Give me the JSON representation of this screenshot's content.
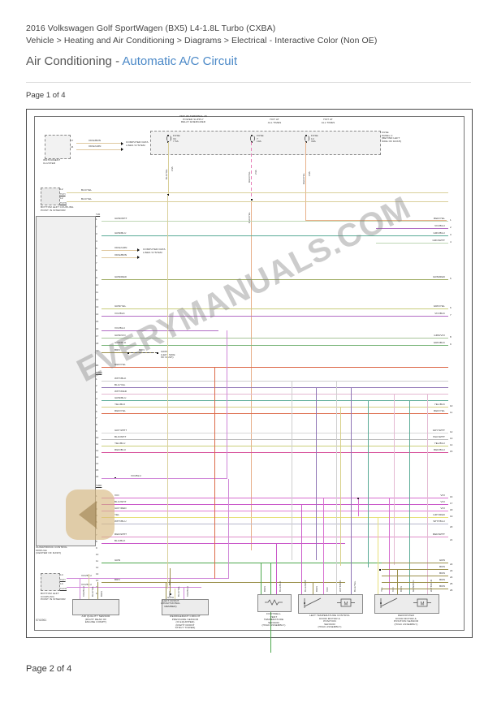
{
  "header": {
    "vehicle": "2016 Volkswagen Golf SportWagen (BX5) L4-1.8L Turbo (CXBA)",
    "breadcrumb": "Vehicle > Heating and Air Conditioning > Diagrams > Electrical - Interactive Color (Non OE)",
    "title_main": "Air Conditioning",
    "title_sep": " - ",
    "title_accent": "Automatic A/C Circuit",
    "page_top": "Page 1 of 4",
    "page_bottom": "Page 2 of 4",
    "accent_color": "#4a88c7"
  },
  "watermark": {
    "text": "EVERYMANUALS.COM"
  },
  "diagram": {
    "drawing_number": "5741961",
    "fuse_panel": {
      "label_lines": [
        "FUSE",
        "PANEL C",
        "(BEHIND LEFT",
        "SIDE OF DASH)"
      ],
      "headers": [
        {
          "lines": [
            "HOT W/ TERMINAL 15",
            "POWER SUPPLY",
            "RELAY ENERGIZED"
          ]
        },
        {
          "lines": [
            "HOT AT",
            "ALL TIMES"
          ]
        },
        {
          "lines": [
            "HOT AT",
            "ALL TIMES"
          ]
        }
      ],
      "fuses": [
        {
          "name": "FUSE",
          "number": "34",
          "rating": "7.5A",
          "wire": "BLK/YEL",
          "gauge": "24A"
        },
        {
          "name": "FUSE",
          "number": "7",
          "rating": "10A",
          "wire": "RED/YEL",
          "gauge": "24A",
          "wire2": "RED/YEL"
        },
        {
          "name": "FUSE",
          "number": "14",
          "rating": "30A",
          "wire": "RED/YEL",
          "gauge": "18A"
        }
      ]
    },
    "instrument_cluster": {
      "name_lines": [
        "INSTRUMENT",
        "CLUSTER"
      ],
      "pins": [
        {
          "pin": "17",
          "wire": "ORG/BRN"
        },
        {
          "pin": "16",
          "wire": "ORG/GRN"
        }
      ],
      "destination_lines": [
        "COMPUTER DATA",
        "LINES SYSTEM"
      ]
    },
    "coupling_top": {
      "name_lines": [
        "BOTTOM LEFT COUPLING",
        "POINT IN INTERIOR"
      ],
      "rows": [
        {
          "pin": "12",
          "wire": "BLK/YEL",
          "conn": "T17I"
        },
        {
          "pin": "12",
          "wire": "BLK/YEL",
          "conn": "T17N"
        }
      ]
    },
    "coupling_bottom": {
      "name_lines": [
        "BOTTOM LEFT",
        "COUPLING",
        "POINT IN INTERIOR"
      ],
      "rows": [
        {
          "pin": "14",
          "wire": "VIO/BLU",
          "conn": "T17I"
        },
        {
          "pin": "14",
          "wire": "VIO/BLU",
          "conn": "T17N"
        }
      ]
    },
    "climatronic": {
      "name_lines": [
        "CLIMATRONIC CONTROL",
        "MODULE",
        "(CENTER OF DASH)"
      ],
      "connectors": [
        {
          "id": "T20",
          "pins": [
            {
              "pin": "1",
              "wire": "GRN/WHT"
            },
            {
              "pin": "2",
              "wire": ""
            },
            {
              "pin": "3",
              "wire": "GRN/BLU"
            },
            {
              "pin": "4",
              "wire": ""
            },
            {
              "pin": "5",
              "wire": "ORG/GRN"
            },
            {
              "pin": "6",
              "wire": "ORG/BRN"
            },
            {
              "pin": "7",
              "wire": ""
            },
            {
              "pin": "8",
              "wire": ""
            },
            {
              "pin": "9",
              "wire": "GRN/RED"
            },
            {
              "pin": "10",
              "wire": ""
            },
            {
              "pin": "11",
              "wire": ""
            },
            {
              "pin": "12",
              "wire": ""
            },
            {
              "pin": "13",
              "wire": "GRN/YEL"
            },
            {
              "pin": "14",
              "wire": "VIO/BLK"
            },
            {
              "pin": "15",
              "wire": ""
            },
            {
              "pin": "16",
              "wire": "VIO/BLU"
            },
            {
              "pin": "17",
              "wire": "GRN/VIO"
            },
            {
              "pin": "18",
              "wire": "GRN/BLK"
            },
            {
              "pin": "19",
              "wire": "BRN"
            },
            {
              "pin": "20",
              "wire": "RED/YEL"
            }
          ]
        },
        {
          "id": "T26D",
          "pins": [
            {
              "pin": "1",
              "wire": "WHT/BLK"
            },
            {
              "pin": "2",
              "wire": "BLU/YEL"
            },
            {
              "pin": "3",
              "wire": "WHT/RED"
            },
            {
              "pin": "4",
              "wire": "GRN/BLU"
            },
            {
              "pin": "5",
              "wire": "YEL/BLK"
            },
            {
              "pin": "6",
              "wire": "RED/YEL"
            },
            {
              "pin": "7",
              "wire": ""
            },
            {
              "pin": "8",
              "wire": ""
            },
            {
              "pin": "9",
              "wire": "GRY/WHT"
            },
            {
              "pin": "10",
              "wire": "BLK/WHT"
            },
            {
              "pin": "11",
              "wire": "YEL/BLU"
            },
            {
              "pin": "12",
              "wire": "RED/BLU"
            },
            {
              "pin": "13",
              "wire": ""
            },
            {
              "pin": "14",
              "wire": ""
            },
            {
              "pin": "15",
              "wire": ""
            },
            {
              "pin": "16",
              "wire": "VIO/BLU"
            }
          ]
        },
        {
          "id": "T26D",
          "pins": [
            {
              "pin": "1",
              "wire": "VIO"
            },
            {
              "pin": "2",
              "wire": "BLU/WHT"
            },
            {
              "pin": "3",
              "wire": "GRY/RED"
            },
            {
              "pin": "4",
              "wire": "YEL"
            },
            {
              "pin": "5",
              "wire": "WHT/BLU"
            },
            {
              "pin": "6",
              "wire": ""
            },
            {
              "pin": "7",
              "wire": "RED/WHT"
            },
            {
              "pin": "8",
              "wire": "BLU/BLK"
            },
            {
              "pin": "9",
              "wire": ""
            },
            {
              "pin": "10",
              "wire": ""
            },
            {
              "pin": "11",
              "wire": "GRN"
            },
            {
              "pin": "12",
              "wire": ""
            },
            {
              "pin": "13",
              "wire": ""
            },
            {
              "pin": "14",
              "wire": "BRN"
            },
            {
              "pin": "15",
              "wire": ""
            },
            {
              "pin": "16",
              "wire": ""
            }
          ],
          "trailing_id": "T16C"
        }
      ]
    },
    "ground": {
      "label": "G470",
      "lines": [
        "(LEFT FRONT",
        "LONGITUDINAL",
        "MEMBER)"
      ],
      "wire": "BRN"
    },
    "splice_grn": {
      "wire": "BRN",
      "label": "G005",
      "lines": [
        "(LEFT SIDE",
        "OF DASH)"
      ]
    },
    "right_continuations": [
      {
        "num": "1",
        "wire": "RED/YEL"
      },
      {
        "num": "2",
        "wire": "VIO/BLU"
      },
      {
        "num": "3",
        "wire": "GRN/BLU"
      },
      {
        "num": "4",
        "wire": "GRN/WHT"
      },
      {
        "num": "5",
        "wire": "GRN/RED"
      },
      {
        "num": "6",
        "wire": "GRN/YEL"
      },
      {
        "num": "7",
        "wire": "VIO/BLK"
      },
      {
        "num": "8",
        "wire": "GRN/VIO"
      },
      {
        "num": "9",
        "wire": "GRN/BLK"
      },
      {
        "num": "10",
        "wire": "YEL/BLK"
      },
      {
        "num": "11",
        "wire": "RED/YEL"
      },
      {
        "num": "12",
        "wire": "GRY/WHT"
      },
      {
        "num": "13",
        "wire": "BLK/WHT"
      },
      {
        "num": "14",
        "wire": "YEL/BLU"
      },
      {
        "num": "15",
        "wire": "RED/BLU"
      },
      {
        "num": "16",
        "wire": "VIO"
      },
      {
        "num": "17",
        "wire": "VIO"
      },
      {
        "num": "18",
        "wire": "VIO"
      },
      {
        "num": "19",
        "wire": "GRY/RED"
      },
      {
        "num": "20",
        "wire": "WHT/BLU"
      },
      {
        "num": "21",
        "wire": "RED/WHT"
      },
      {
        "num": "22",
        "wire": "GRN"
      },
      {
        "num": "23",
        "wire": "BRN"
      },
      {
        "num": "24",
        "wire": "BRN"
      },
      {
        "num": "25",
        "wire": "BRN"
      },
      {
        "num": "26",
        "wire": "BRN"
      }
    ],
    "components": [
      {
        "id": "air-quality-sensor",
        "name_lines": [
          "AIR QUALITY SENSOR",
          "(RIGHT REAR OF",
          "ENGINE COMPT)"
        ],
        "pins": [
          {
            "pin": "3",
            "wire": "VIO/BLU"
          },
          {
            "pin": "1",
            "wire": "BLK/YEL"
          },
          {
            "pin": "2",
            "wire": "BRN"
          }
        ]
      },
      {
        "id": "refrigerant-circuit-pressure-sensor",
        "name_lines": [
          "REFRIGERANT CIRCUIT",
          "PRESSURE SENSOR",
          "(IF EQUIPPED)",
          "(RIGHT FRONT",
          "STRUT TOWER)"
        ],
        "pins": [
          {
            "pin": "1",
            "wire": "BRN"
          },
          {
            "pin": "3",
            "wire": "BLK/YEL"
          },
          {
            "pin": "2",
            "wire": "VIO/BLU"
          }
        ]
      },
      {
        "id": "footwell-vent-temperature-sensor",
        "name_lines": [
          "FOOTWELL",
          "VENT",
          "TEMPERATURE",
          "SENSOR",
          "(HVAC ASSEMBLY)"
        ],
        "pins": [
          {
            "pin": "1",
            "wire": "BRN"
          },
          {
            "pin": "2",
            "wire": "BLU/BLK"
          }
        ]
      },
      {
        "id": "left-temperature-control-door-motor",
        "name_lines": [
          "LEFT TEMPERATURE CONTROL",
          "DOOR MOTOR &",
          "POSITION",
          "SENSOR",
          "(HVAC ASSEMBLY)"
        ],
        "pins": [
          {
            "pin": "2",
            "wire": "BLU/WHT"
          },
          {
            "pin": "1",
            "wire": "BRN"
          },
          {
            "pin": "3",
            "wire": "VIO"
          },
          {
            "pin": "6",
            "wire": "WHT/BLK"
          },
          {
            "pin": "5",
            "wire": "BLU/YEL"
          }
        ]
      },
      {
        "id": "defroster-door-motor",
        "name_lines": [
          "DEFROSTER",
          "DOOR MOTOR &",
          "POSITION SENSOR",
          "(HVAC ASSEMBLY)"
        ],
        "pins": [
          {
            "pin": "2",
            "wire": "YEL"
          },
          {
            "pin": "3",
            "wire": "VIO"
          },
          {
            "pin": "1",
            "wire": "BRN"
          },
          {
            "pin": "6",
            "wire": "GRN/BLU"
          },
          {
            "pin": "5",
            "wire": "WHT/RED"
          }
        ]
      }
    ]
  }
}
